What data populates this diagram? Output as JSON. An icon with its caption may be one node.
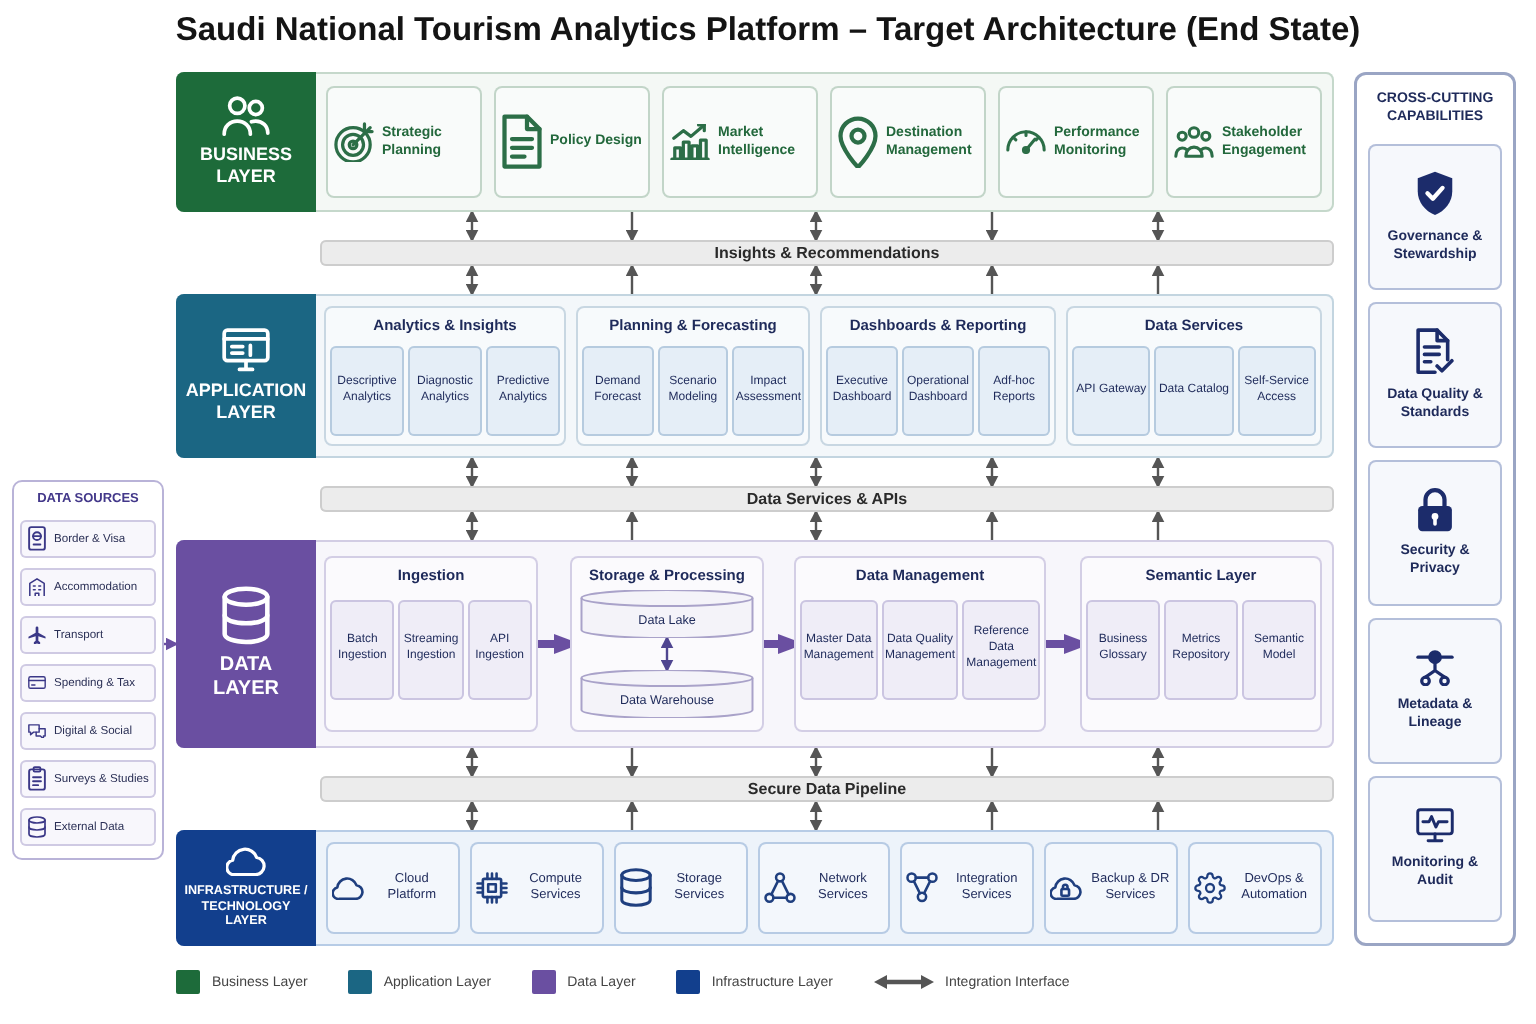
{
  "diagram": {
    "title": "Saudi National Tourism Analytics Platform – Target Architecture (End State)",
    "nodes": [
      {
        "text": [
          "BUSINESS LAYER"
        ]
      },
      {
        "text": [
          "Strategic Planning"
        ],
        "in": 0
      },
      {
        "text": [
          "Policy Design"
        ],
        "in": 0
      },
      {
        "text": [
          "Market Intelligence"
        ],
        "in": 0
      },
      {
        "text": [
          "Destination Management"
        ],
        "in": 0
      },
      {
        "text": [
          "Performance Monitoring"
        ],
        "in": 0
      },
      {
        "text": [
          "Stakeholder Engagement"
        ],
        "in": 0
      },
      {
        "text": [
          "Insights & Recommendations"
        ]
      },
      {
        "text": [
          "APPLICATION LAYER"
        ]
      },
      {
        "text": [
          "Analytics & Insights"
        ],
        "in": 8
      },
      {
        "text": [
          "Descriptive Analytics"
        ],
        "in": 9
      },
      {
        "text": [
          "Diagnostic Analytics"
        ],
        "in": 9
      },
      {
        "text": [
          "Predictive Analytics"
        ],
        "in": 9
      },
      {
        "text": [
          "Planning & Forecasting"
        ],
        "in": 8
      },
      {
        "text": [
          "Demand Forecast"
        ],
        "in": 13
      },
      {
        "text": [
          "Scenario Modeling"
        ],
        "in": 13
      },
      {
        "text": [
          "Impact Assessment"
        ],
        "in": 13
      },
      {
        "text": [
          "Dashboards & Reporting"
        ],
        "in": 8
      },
      {
        "text": [
          "Executive Dashboard"
        ],
        "in": 17
      },
      {
        "text": [
          "Operational Dashboard"
        ],
        "in": 17
      },
      {
        "text": [
          "Adf-hoc Reports"
        ],
        "in": 17
      },
      {
        "text": [
          "Data Services"
        ],
        "in": 8
      },
      {
        "text": [
          "API Gateway"
        ],
        "in": 21
      },
      {
        "text": [
          "Data Catalog"
        ],
        "in": 21
      },
      {
        "text": [
          "Self-Service Access"
        ],
        "in": 21
      },
      {
        "text": [
          "Data Services & APIs"
        ]
      },
      {
        "text": [
          "DATA SOURCES"
        ]
      },
      {
        "text": [
          "Border & Visa"
        ],
        "in": 26
      },
      {
        "text": [
          "Accommodation"
        ],
        "in": 26
      },
      {
        "text": [
          "Transport"
        ],
        "in": 26
      },
      {
        "text": [
          "Spending & Tax"
        ],
        "in": 26
      },
      {
        "text": [
          "Digital & Social"
        ],
        "in": 26
      },
      {
        "text": [
          "Surveys & Studies"
        ],
        "in": 26
      },
      {
        "text": [
          "External Data"
        ],
        "in": 26
      },
      {
        "text": [
          "DATA LAYER"
        ]
      },
      {
        "text": [
          "Ingestion"
        ],
        "in": 34
      },
      {
        "text": [
          "Batch Ingestion"
        ],
        "in": 35
      },
      {
        "text": [
          "Streaming Ingestion"
        ],
        "in": 35
      },
      {
        "text": [
          "API Ingestion"
        ],
        "in": 35
      },
      {
        "text": [
          "Storage & Processing"
        ],
        "in": 34
      },
      {
        "text": [
          "Data Lake"
        ],
        "in": 39
      },
      {
        "text": [
          "Data Warehouse"
        ],
        "in": 39
      },
      {
        "text": [
          "Data Management"
        ],
        "in": 34
      },
      {
        "text": [
          "Master Data Management"
        ],
        "in": 42
      },
      {
        "text": [
          "Data Quality Management"
        ],
        "in": 42
      },
      {
        "text": [
          "Reference Data Management"
        ],
        "in": 42
      },
      {
        "text": [
          "Semantic Layer"
        ],
        "in": 34
      },
      {
        "text": [
          "Business Glossary"
        ],
        "in": 46
      },
      {
        "text": [
          "Metrics Repository"
        ],
        "in": 46
      },
      {
        "text": [
          "Semantic Model"
        ],
        "in": 46
      },
      {
        "text": [
          "Secure Data Pipeline"
        ]
      },
      {
        "text": [
          "INFRASTRUCTURE / TECHNOLOGY LAYER"
        ]
      },
      {
        "text": [
          "Cloud Platform"
        ],
        "in": 51
      },
      {
        "text": [
          "Compute Services"
        ],
        "in": 51
      },
      {
        "text": [
          "Storage Services"
        ],
        "in": 51
      },
      {
        "text": [
          "Network Services"
        ],
        "in": 51
      },
      {
        "text": [
          "Integration Services"
        ],
        "in": 51
      },
      {
        "text": [
          "Backup & DR Services"
        ],
        "in": 51
      },
      {
        "text": [
          "DevOps & Automation"
        ],
        "in": 51
      },
      {
        "text": [
          "CROSS-CUTTING CAPABILITIES"
        ]
      },
      {
        "text": [
          "Governance & Stewardship"
        ],
        "in": 59
      },
      {
        "text": [
          "Data Quality & Standards"
        ],
        "in": 59
      },
      {
        "text": [
          "Security & Privacy"
        ],
        "in": 59
      },
      {
        "text": [
          "Metadata & Lineage"
        ],
        "in": 59
      },
      {
        "text": [
          "Monitoring & Audit"
        ],
        "in": 59
      }
    ],
    "edges": [
      {
        "from": 0,
        "to": 7,
        "arrow": "both"
      },
      {
        "from": 0,
        "to": 7,
        "arrow": "to"
      },
      {
        "from": 0,
        "to": 7,
        "arrow": "both"
      },
      {
        "from": 0,
        "to": 7,
        "arrow": "to"
      },
      {
        "from": 0,
        "to": 7,
        "arrow": "both"
      },
      {
        "from": 7,
        "to": 8,
        "arrow": "both"
      },
      {
        "from": 8,
        "to": 7,
        "arrow": "to"
      },
      {
        "from": 7,
        "to": 8,
        "arrow": "both"
      },
      {
        "from": 8,
        "to": 7,
        "arrow": "to"
      },
      {
        "from": 8,
        "to": 7,
        "arrow": "to"
      },
      {
        "from": 8,
        "to": 25,
        "arrow": "both"
      },
      {
        "from": 8,
        "to": 25,
        "arrow": "both"
      },
      {
        "from": 8,
        "to": 25,
        "arrow": "both"
      },
      {
        "from": 8,
        "to": 25,
        "arrow": "both"
      },
      {
        "from": 8,
        "to": 25,
        "arrow": "both"
      },
      {
        "from": 25,
        "to": 34,
        "arrow": "both"
      },
      {
        "from": 34,
        "to": 25,
        "arrow": "to"
      },
      {
        "from": 25,
        "to": 34,
        "arrow": "both"
      },
      {
        "from": 34,
        "to": 25,
        "arrow": "to"
      },
      {
        "from": 34,
        "to": 25,
        "arrow": "to"
      },
      {
        "from": 34,
        "to": 50,
        "arrow": "both"
      },
      {
        "from": 34,
        "to": 50,
        "arrow": "to"
      },
      {
        "from": 34,
        "to": 50,
        "arrow": "both"
      },
      {
        "from": 34,
        "to": 50,
        "arrow": "to"
      },
      {
        "from": 34,
        "to": 50,
        "arrow": "both"
      },
      {
        "from": 50,
        "to": 51,
        "arrow": "both"
      },
      {
        "from": 51,
        "to": 50,
        "arrow": "to"
      },
      {
        "from": 50,
        "to": 51,
        "arrow": "both"
      },
      {
        "from": 51,
        "to": 50,
        "arrow": "to"
      },
      {
        "from": 51,
        "to": 50,
        "arrow": "to"
      },
      {
        "from": 26,
        "to": 34,
        "arrow": "to",
        "color": "#6a4fa1"
      },
      {
        "from": 35,
        "to": 39,
        "arrow": "to",
        "style": "thick",
        "color": "#6a4fa1"
      },
      {
        "from": 39,
        "to": 42,
        "arrow": "to",
        "style": "thick",
        "color": "#6a4fa1"
      },
      {
        "from": 40,
        "to": 41,
        "arrow": "both",
        "color": "#4f4590"
      },
      {
        "from": 42,
        "to": 46,
        "arrow": "to",
        "style": "thick",
        "color": "#6a4fa1"
      }
    ],
    "legend": [
      {
        "text": "Business Layer",
        "color": "#1d6b3a"
      },
      {
        "text": "Application Layer",
        "color": "#1b6683"
      },
      {
        "text": "Data Layer",
        "color": "#6a4fa1"
      },
      {
        "text": "Infrastructure Layer",
        "color": "#123f8d"
      },
      {
        "text": "Integration Interface"
      }
    ]
  }
}
